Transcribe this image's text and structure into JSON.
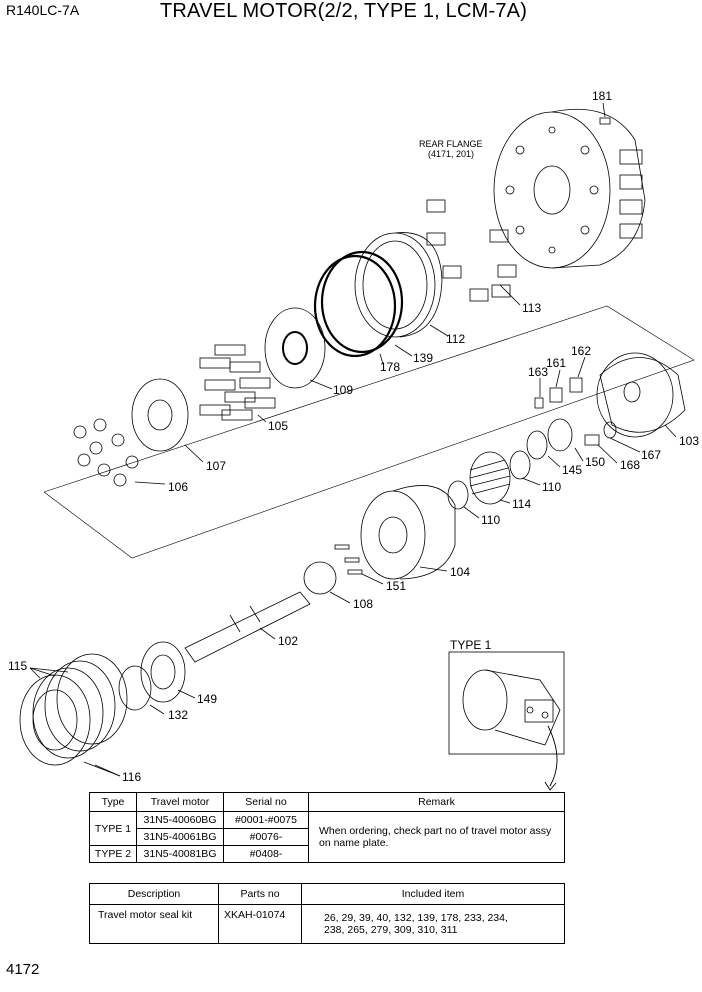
{
  "header": {
    "model": "R140LC-7A",
    "title": "TRAVEL MOTOR(2/2, TYPE 1, LCM-7A)"
  },
  "page_number": "4172",
  "callouts": {
    "c181": "181",
    "rear_flange_line1": "REAR FLANGE",
    "rear_flange_line2": "(4171, 201)",
    "c113": "113",
    "c112": "112",
    "c139": "139",
    "c178": "178",
    "c109": "109",
    "c105": "105",
    "c107": "107",
    "c106": "106",
    "c162": "162",
    "c161": "161",
    "c163": "163",
    "c103": "103",
    "c167": "167",
    "c168": "168",
    "c150": "150",
    "c145": "145",
    "c110a": "110",
    "c110b": "110",
    "c114": "114",
    "c104": "104",
    "c151": "151",
    "c108": "108",
    "c102": "102",
    "c115": "115",
    "c116": "116",
    "c132": "132",
    "c149": "149",
    "type1": "TYPE 1"
  },
  "table1": {
    "headers": [
      "Type",
      "Travel motor",
      "Serial no",
      "Remark"
    ],
    "rows": [
      {
        "type": "TYPE 1",
        "motor": "31N5-40060BG",
        "serial": "#0001-#0075"
      },
      {
        "type": "",
        "motor": "31N5-40061BG",
        "serial": "#0076-"
      },
      {
        "type": "TYPE 2",
        "motor": "31N5-40081BG",
        "serial": "#0408-"
      }
    ],
    "remark_line1": "When ordering, check part no of travel motor assy",
    "remark_line2": "on name plate."
  },
  "table2": {
    "headers": [
      "Description",
      "Parts no",
      "Included item"
    ],
    "row": {
      "description": "Travel motor seal kit",
      "parts_no": "XKAH-01074",
      "included_line1": "26, 29, 39, 40, 132, 139, 178, 233, 234,",
      "included_line2": "238, 265, 279, 309, 310, 311"
    }
  }
}
